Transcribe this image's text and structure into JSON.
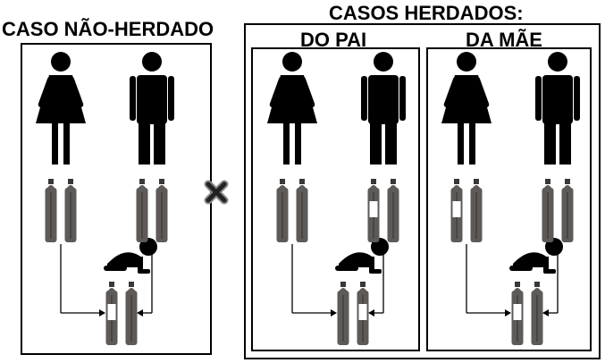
{
  "titles": {
    "non_inherited": "CASO NÃO-HERDADO",
    "inherited": "CASOS HERDADOS:",
    "from_father": "DO PAI",
    "from_mother": "DA MÃE"
  },
  "symbols": {
    "female": "woman-icon",
    "male": "man-icon",
    "child": "crawling-baby-icon",
    "chromosome": "chromosome-icon",
    "separator": "x-cross-icon"
  },
  "colors": {
    "figure": "#000000",
    "chromosome_fill": "#5e5a58",
    "chromosome_dark": "#3a3736",
    "mark": "#ffffff",
    "separator": "#222222"
  },
  "panels": [
    {
      "name": "non-inherited",
      "mother_mark": false,
      "father_mark": false,
      "child_mark": "left"
    },
    {
      "name": "from-father",
      "mother_mark": false,
      "father_mark": true,
      "child_mark": "right"
    },
    {
      "name": "from-mother",
      "mother_mark": true,
      "father_mark": false,
      "child_mark": "left"
    }
  ]
}
